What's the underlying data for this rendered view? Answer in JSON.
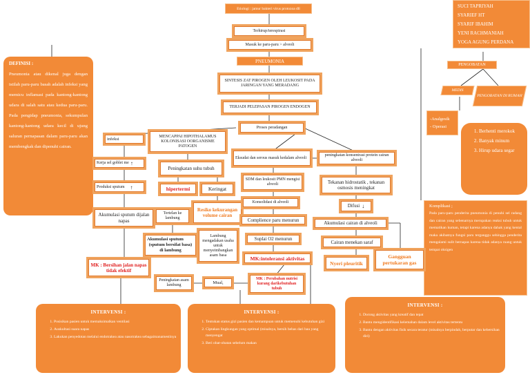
{
  "top": {
    "etiologi": "Etiologi : jamur bakteri virus protozoa dll",
    "terhirup": "Terhirup/terespirasi",
    "masuk": "Masuk ke paru-paru > alveoli",
    "pneumonia": "PNEUMONIA",
    "sintesis": "SINTESIS ZAT PIROGEN OLEH LEUKOSIT PADA JARINGAN YANG MERADANG",
    "terjadi": "TERJADI PELEPASAN PIROGEN ENDOGEN",
    "proses": "Proses peradangan"
  },
  "authors": [
    "SUCI TAPRIYAH",
    "SYARIEF HT",
    "SYARIF IBAHIM",
    "YENI RACHMANIAH",
    "YOGA AGUNG PERDANA"
  ],
  "definisi": {
    "title": "DEFINISI :",
    "text": "Pneumonia atau dikenal juga dengan istilah paru-paru basah adalah infeksi yang memicu inflamasi pada kantong-kantong udara di salah satu atau kedua paru-paru. Pada pengidap pneumonia, sekumpulan kantong-kantong udara kecil di ujung saluran pernapasan dalam paru-paru akan membengkak dan dipenuhi cairan."
  },
  "pengobatan": {
    "title": "PENGOBATAN",
    "medis": "MEDIS",
    "rumah": "PENGOBATAN DI RUMAH",
    "medis_items": [
      "-Analgesik",
      "- Operasi"
    ],
    "rumah_items": [
      "Berhenti merokok",
      "Banyak minum",
      "Hirup udara segar"
    ]
  },
  "komplikasi": {
    "title": "Komplikasi ;",
    "text": "Pada paru-paru penderita pneumonia di penuhi sel radang dan cairan yang sebenarnya merupakan reaksi tubuh untuk mematikan kuman, tetapi karena adanya dahak yang kental maka akibatnya fungsi paru terganggu sehingga penderita mengalami sulit bernapas karena tidak adanya ruang untuk tempat oksigen"
  },
  "left": {
    "infeksi": "infeksi",
    "kerja": "Kerja sel goblet me",
    "produksi": "Produksi sputum",
    "akumulasi": "Akumulasi sputum dijalan napas",
    "tertelan": "Tertelan ke lambung",
    "akum2_a": "Akumulasi sputum",
    "akum2_b": "(sputum bersifat basa) di lambung",
    "lambung": "Lambung mengadakan usaha untuk menyeimbangkan asam basa",
    "mk1": "MK : Bersihan jalan napas tidak efektif",
    "peningkatan_asam": "Peningkatan asam lambung",
    "mual": "Mual,",
    "mk_nutrisi": "MK : Perubahan nutrisi kurang darikebutuhan tubuh"
  },
  "center": {
    "hipotalamus": "MENCAPPAI HIPOTHALAMUS KOLONISASI OORGANISME PATOGEN",
    "suhu": "Peningkatan suhu tubuh",
    "hipertermi": "hipertermi",
    "keringat": "Keringat",
    "resiko": "Resiko kekurangan volume cairan",
    "eksudat": "Eksudat dan serous masuk kedalam alveoli",
    "sdm": "SDM dan leukosit PMN mengisi alveoli",
    "konsolidasi": "Konsolidasi di alveoli",
    "compliance": "Complience paru menurun",
    "suplai": "Suplai O2 menurun",
    "mk_aktivitas": "MK:intoleransi aktivitas"
  },
  "right": {
    "konsentrasi": "peningkatan konsentrasi protein cairan alveoli",
    "tekanan": "Tekanan hidrostatik , tekanan osmosis meningkat",
    "difusi": "Difusi",
    "akumulasi_cairan": "Akumulasi cairan di alveoli",
    "cairan_saraf": "Cairan menekan saraf",
    "nyeri": "Nyeri pleuritik",
    "gangguan": "Gangguan pertukaran gas"
  },
  "intervensi": [
    {
      "title": "INTERVENSI :",
      "items": [
        "Posisikan pasien untuk memaksimalkan ventilasi",
        "Auskultasi suara napas",
        "Lakukan penyedotan melalui endotrakea atau nasotrakea sebagaimanamestinya"
      ]
    },
    {
      "title": "INTERVENSI :",
      "items": [
        "Tentukan status gizi pasien dan kemampuan untuk memenuhi kebutuhan gizi",
        "Ciptakan lingkungan yang optimal (misalnya, bersih bebas dari bau yang menyengat",
        "Beri obat-obatan sebelum makan"
      ]
    },
    {
      "title": "INTERVENSI :",
      "items": [
        "Dorong aktivitas yang kreatif dan tepat",
        "Bantu mengidentifikasi kelemahan dalam level aktivitas tertentu",
        "Bantu dengan aktivitas fisik secara teratur (misalnya berpindah, berputar dan kebersihan diri)"
      ]
    }
  ],
  "colors": {
    "accent": "#f28a37",
    "border": "#e0772a",
    "red": "#e02020"
  },
  "icons": [
    "arrow-up-icon",
    "arrow-down-icon"
  ]
}
